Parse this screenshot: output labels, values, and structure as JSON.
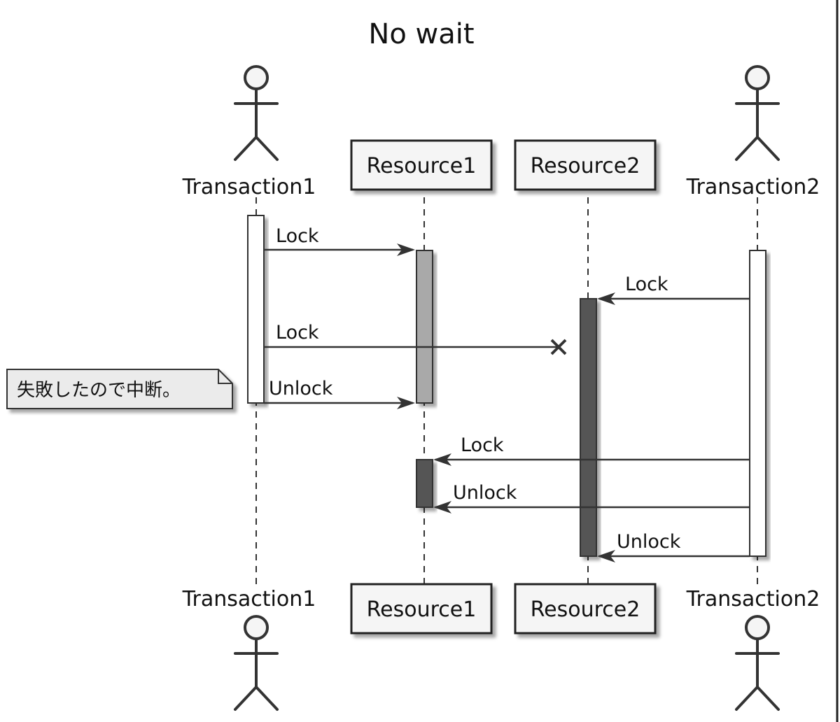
{
  "title": "No wait",
  "participants": {
    "transaction1": {
      "label": "Transaction1",
      "kind": "actor"
    },
    "resource1": {
      "label": "Resource1",
      "kind": "participant"
    },
    "resource2": {
      "label": "Resource2",
      "kind": "participant"
    },
    "transaction2": {
      "label": "Transaction2",
      "kind": "actor"
    }
  },
  "messages": [
    {
      "from": "Transaction1",
      "to": "Resource1",
      "label": "Lock"
    },
    {
      "from": "Transaction2",
      "to": "Resource2",
      "label": "Lock"
    },
    {
      "from": "Transaction1",
      "to": "Resource2",
      "label": "Lock",
      "lost": true
    },
    {
      "from": "Transaction1",
      "to": "Resource1",
      "label": "Unlock"
    },
    {
      "from": "Transaction2",
      "to": "Resource1",
      "label": "Lock"
    },
    {
      "from": "Transaction2",
      "to": "Resource1",
      "label": "Unlock"
    },
    {
      "from": "Transaction2",
      "to": "Resource2",
      "label": "Unlock"
    }
  ],
  "note": {
    "text": "失敗したので中断。",
    "attached_to": "Transaction1"
  },
  "colors": {
    "activation_white": "#ffffff",
    "activation_light": "#a9a9a9",
    "activation_dark": "#555555",
    "participant_fill": "#f5f5f5",
    "note_fill": "#ebebeb",
    "line": "#333333"
  }
}
